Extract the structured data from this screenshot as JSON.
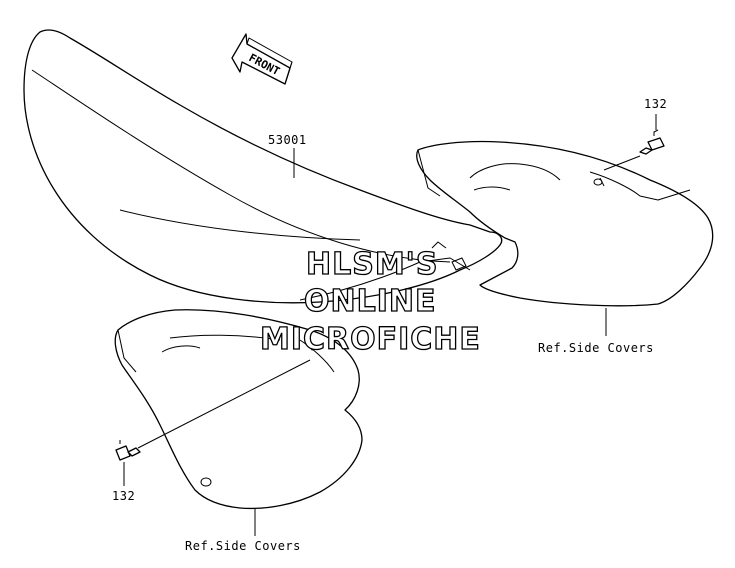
{
  "front_arrow": {
    "label": "FRONT"
  },
  "callouts": {
    "seat_part_number": "53001",
    "bolt_right": "132",
    "bolt_left": "132",
    "ref_side_covers_right": "Ref.Side Covers",
    "ref_side_covers_left": "Ref.Side Covers"
  },
  "watermark": {
    "line1": "HLSM'S",
    "line2": "ONLINE",
    "line3": "MICROFICHE"
  }
}
